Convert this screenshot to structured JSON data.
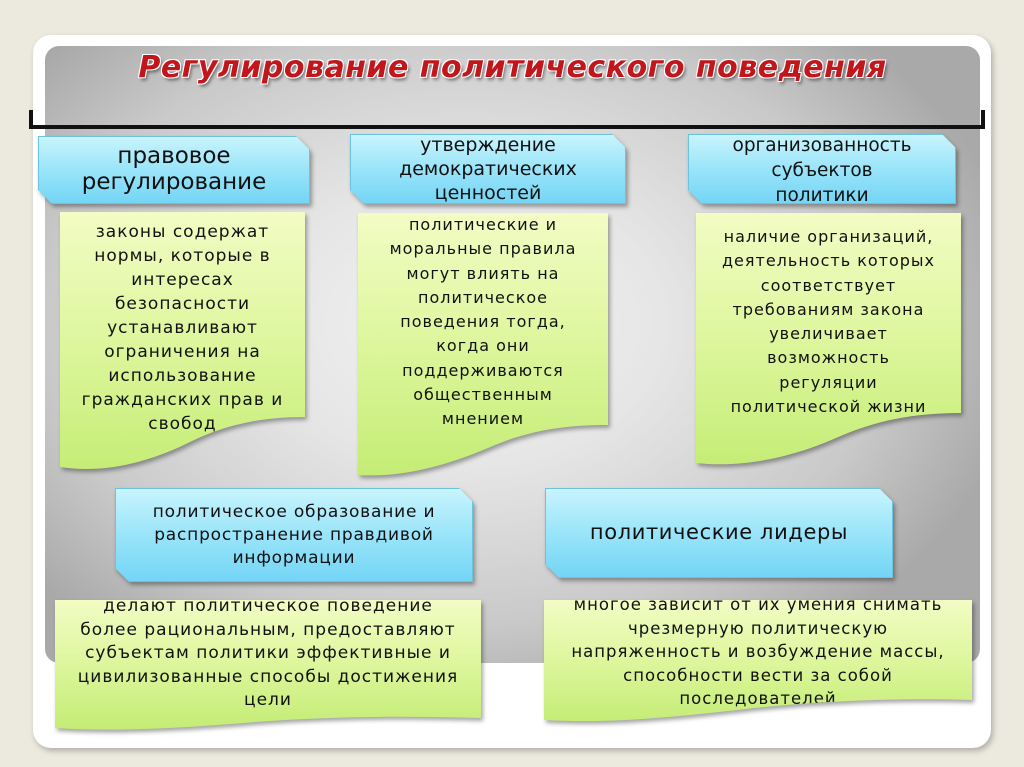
{
  "slide": {
    "title": "Регулирование политического поведения",
    "colors": {
      "title_red": "#c0161c",
      "blue_box": "#9ee6fa",
      "green_box": "#dff7a0",
      "panel_gray": "#c9c9c9",
      "background": "#ece9df"
    }
  },
  "top_row": [
    {
      "header": "правовое\nрегулирование",
      "body": "законы содержат\nнормы, которые в\nинтересах\nбезопасности\nустанавливают\nограничения на\nиспользование\nгражданских прав и\nсвобод"
    },
    {
      "header": "утверждение\nдемократических\nценностей",
      "body": "политические и\nморальные правила\nмогут влиять на\nполитическое\nповедения тогда,\nкогда они\nподдерживаются\nобщественным\nмнением"
    },
    {
      "header": "организованность\nсубъектов\nполитики",
      "body": "наличие организаций,\nдеятельность которых\nсоответствует\nтребованиям закона\nувеличивает\nвозможность\nрегуляции\nполитической жизни"
    }
  ],
  "bottom_row": [
    {
      "header": "политическое образование и\nраспространение правдивой\nинформации",
      "body": "делают политическое поведение\nболее рациональным, предоставляют\nсубъектам политики эффективные и\nцивилизованные способы достижения\nцели"
    },
    {
      "header": "политические лидеры",
      "body": "многое зависит от их умения снимать\nчрезмерную политическую\nнапряженность и возбуждение массы,\nспособности вести за собой\nпоследователей"
    }
  ]
}
